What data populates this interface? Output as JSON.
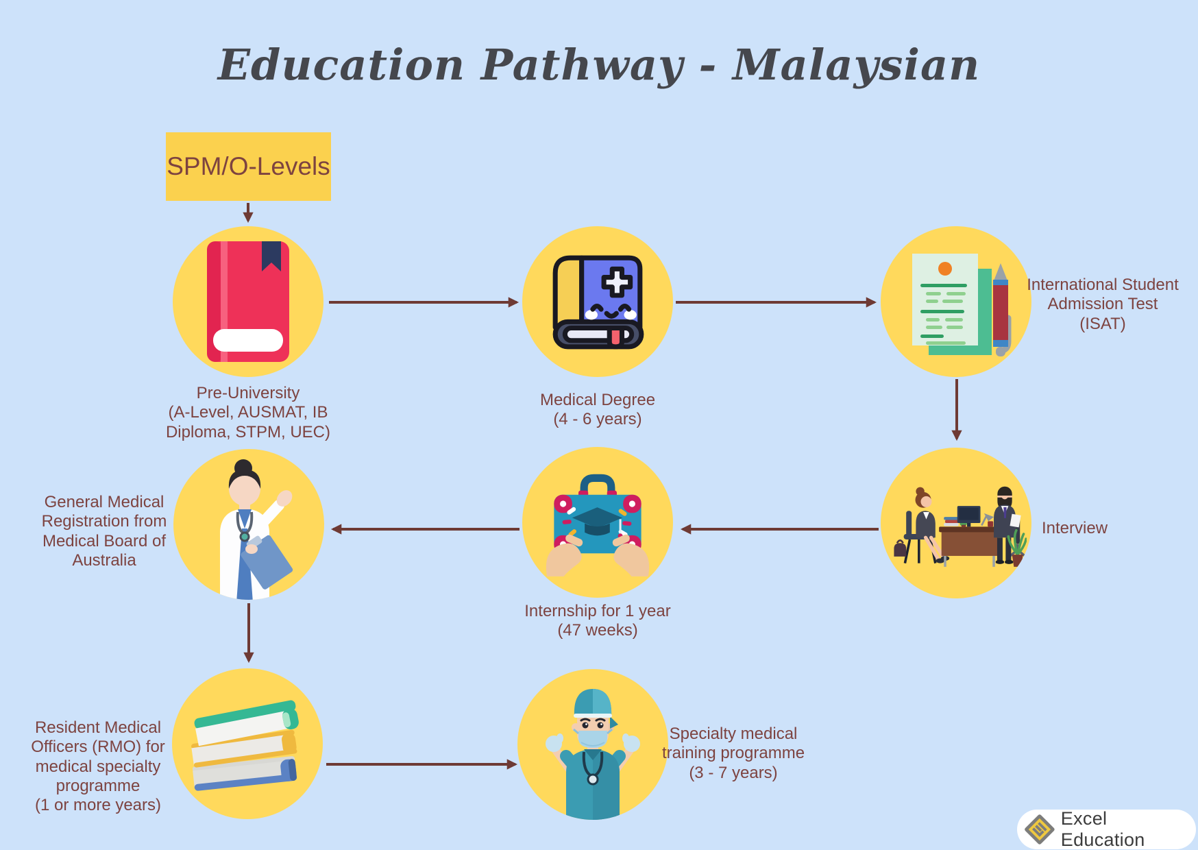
{
  "title": "Education Pathway - Malaysian",
  "start": {
    "label": "SPM/O-Levels"
  },
  "nodes": [
    {
      "id": "pre-university",
      "icon": "red-book-icon",
      "label": "Pre-University\n(A-Level, AUSMAT, IB\nDiploma, STPM, UEC)"
    },
    {
      "id": "medical-degree",
      "icon": "medical-book-icon",
      "label": "Medical Degree\n(4 - 6 years)"
    },
    {
      "id": "isat",
      "icon": "exam-paper-pencil-icon",
      "label": "International Student\nAdmission Test\n(ISAT)"
    },
    {
      "id": "interview",
      "icon": "interview-desk-icon",
      "label": "Interview"
    },
    {
      "id": "internship",
      "icon": "briefcase-graduation-icon",
      "label": "Internship for 1 year\n(47 weeks)"
    },
    {
      "id": "medical-registration",
      "icon": "female-doctor-icon",
      "label": "General Medical\nRegistration from\nMedical Board of\nAustralia"
    },
    {
      "id": "rmo",
      "icon": "book-stack-icon",
      "label": "Resident Medical\nOfficers (RMO) for\nmedical specialty\nprogramme\n(1 or more years)"
    },
    {
      "id": "specialty-training",
      "icon": "surgeon-icon",
      "label": "Specialty medical\ntraining programme\n(3 - 7 years)"
    }
  ],
  "logo": {
    "text": "Excel Education"
  },
  "colors": {
    "background": "#cde2fa",
    "circle_yellow": "#ffd95c",
    "box_yellow": "#fbd14e",
    "arrow": "#6e3a34",
    "label_text": "#7d4340",
    "title_text": "#45474d",
    "logo_text": "#3c3c3c"
  }
}
